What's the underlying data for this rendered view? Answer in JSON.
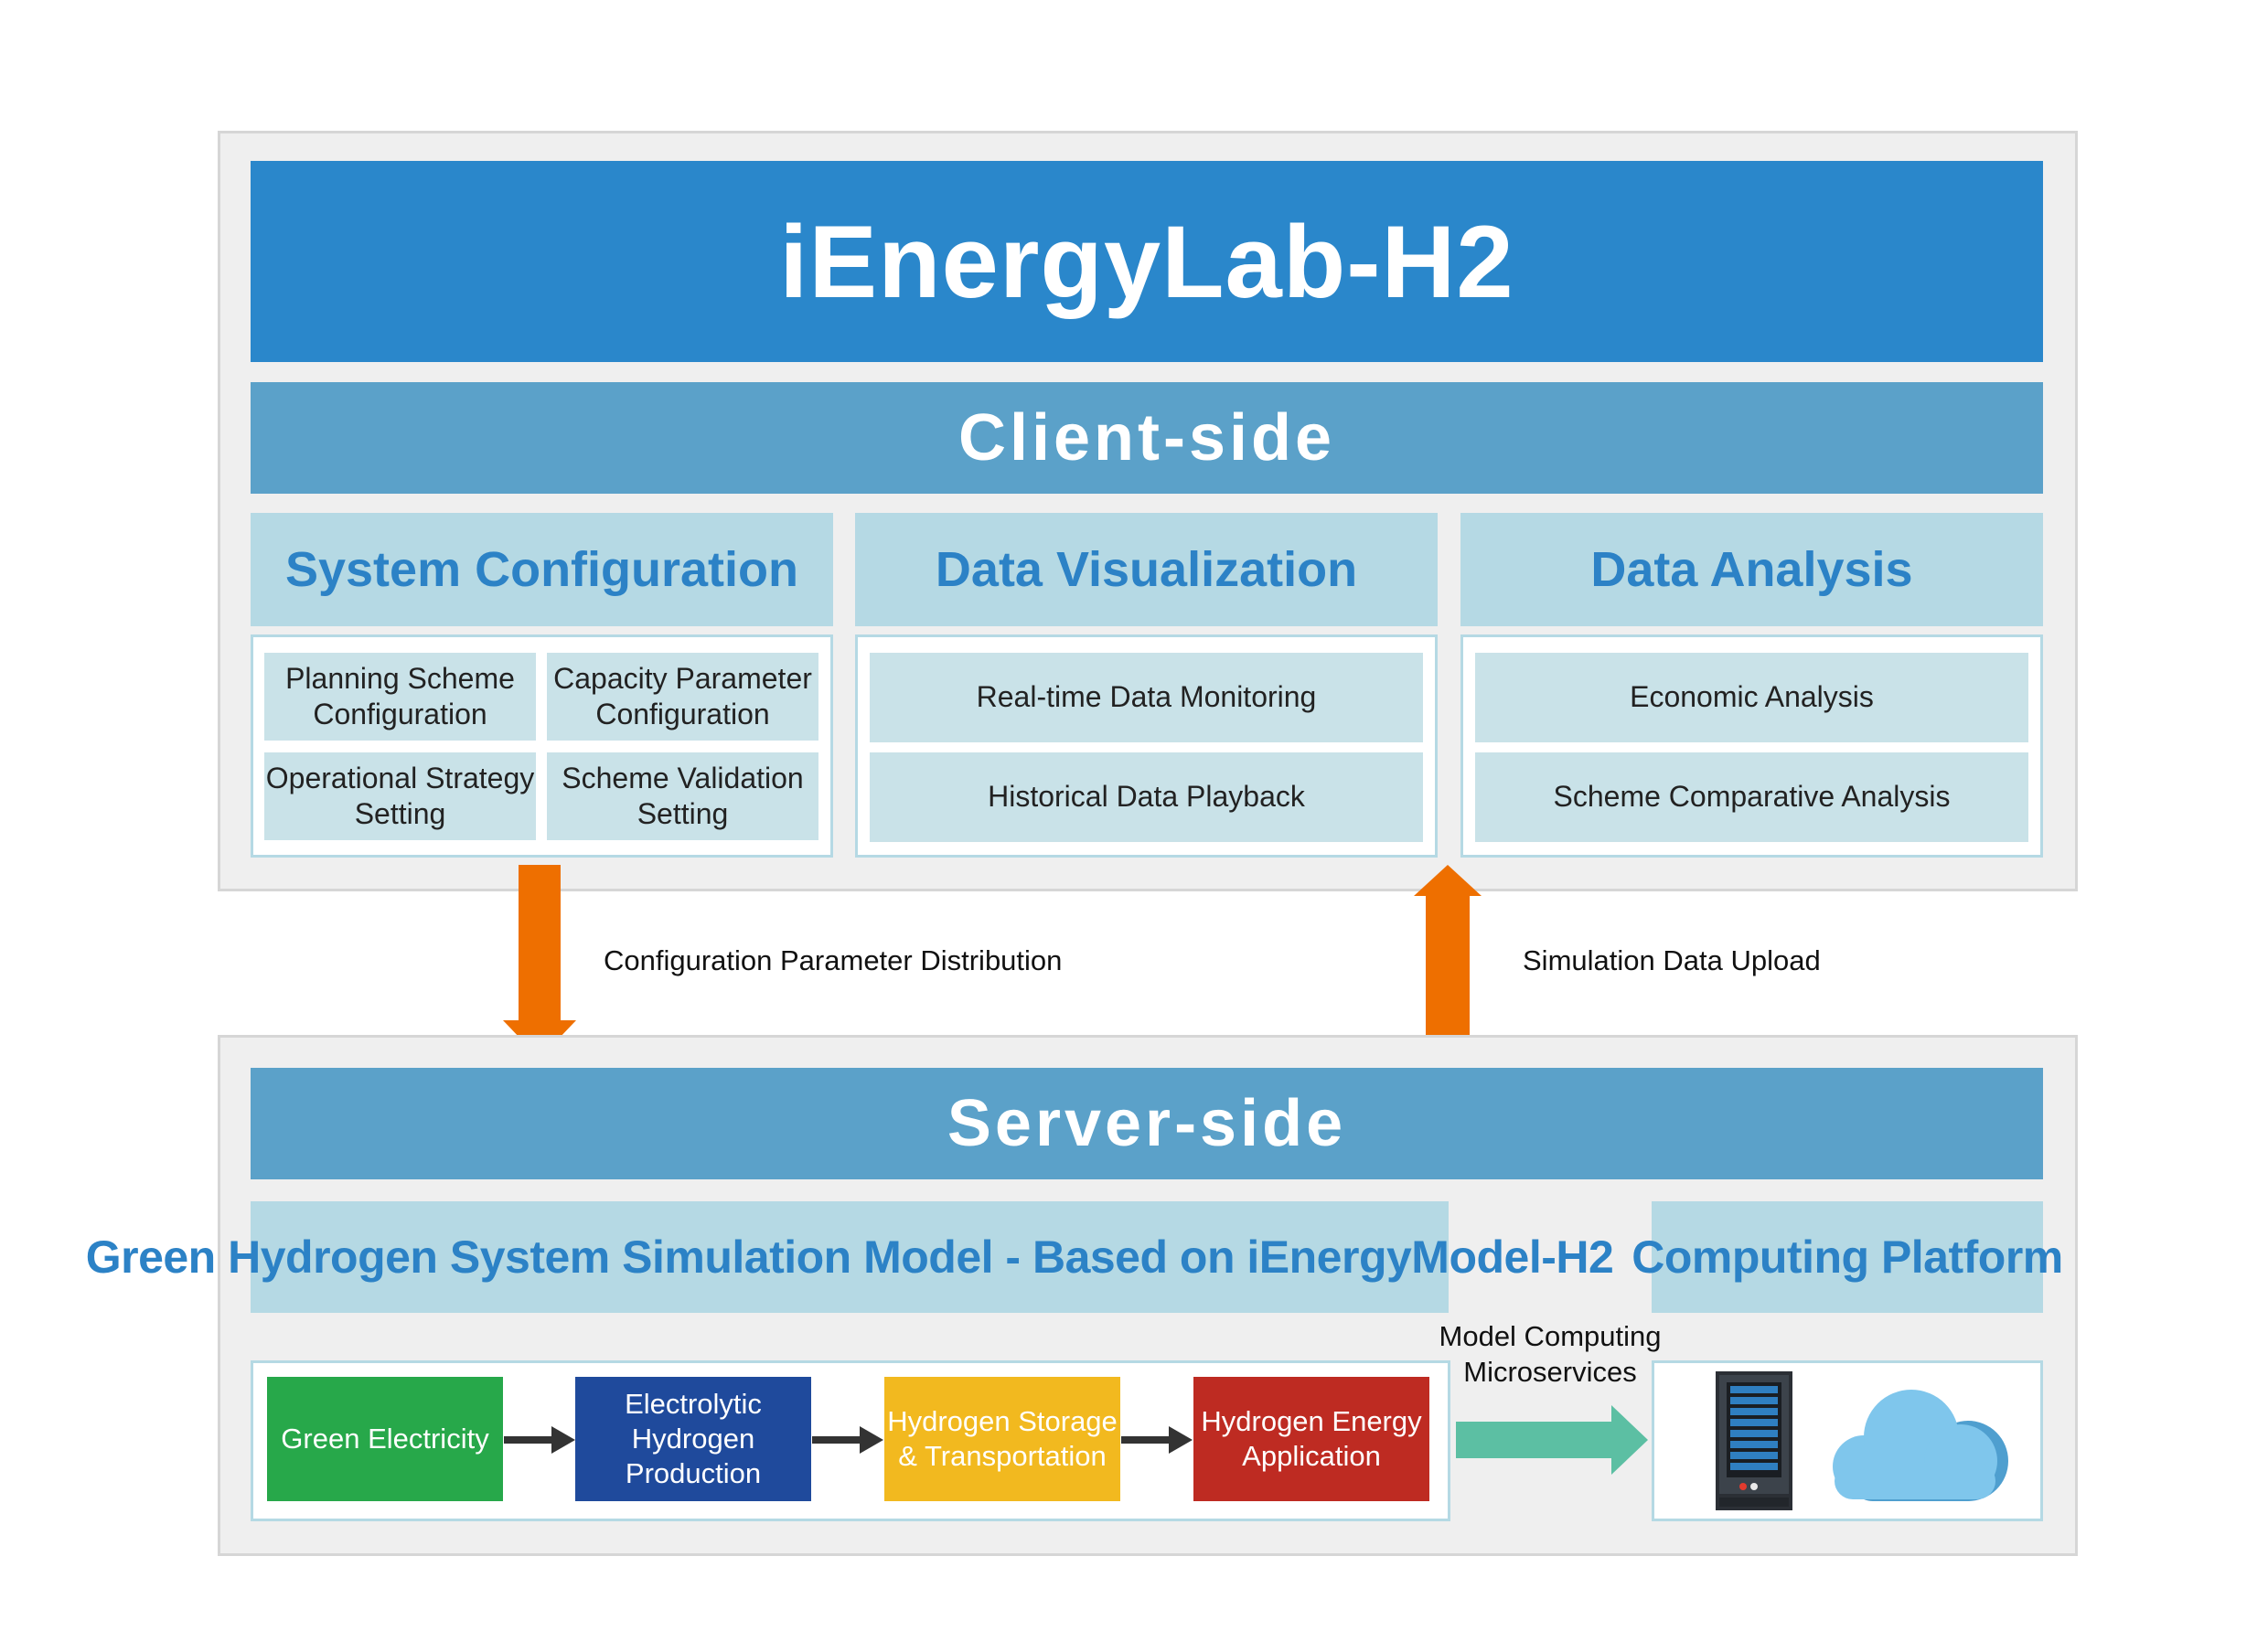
{
  "title": "iEnergyLab-H2",
  "client": {
    "label": "Client-side",
    "modules": [
      {
        "header": "System Configuration",
        "items": [
          "Planning Scheme Configuration",
          "Capacity Parameter Configuration",
          "Operational Strategy Setting",
          "Scheme Validation Setting"
        ]
      },
      {
        "header": "Data Visualization",
        "items": [
          "Real-time Data Monitoring",
          "Historical Data Playback"
        ]
      },
      {
        "header": "Data Analysis",
        "items": [
          "Economic Analysis",
          "Scheme Comparative Analysis"
        ]
      }
    ]
  },
  "flows": {
    "down_label": "Configuration Parameter Distribution",
    "up_label": "Simulation Data Upload",
    "microservice_label": "Model Computing Microservices"
  },
  "server": {
    "label": "Server-side",
    "simulation_header": "Green Hydrogen System Simulation Model - Based on iEnergyModel-H2",
    "computing_header": "Computing Platform",
    "processes": [
      {
        "label": "Green Electricity",
        "color": "#27a84a"
      },
      {
        "label": "Electrolytic Hydrogen Production",
        "color": "#1f4a9c"
      },
      {
        "label": "Hydrogen Storage & Transportation",
        "color": "#f2b91f"
      },
      {
        "label": "Hydrogen Energy Application",
        "color": "#be2b22"
      }
    ]
  },
  "colors": {
    "title_blue": "#2a87cb",
    "section_blue": "#5ba1c9",
    "header_light": "#b5d9e4",
    "cell": "#c9e2e8",
    "arrow_orange": "#ee6f00",
    "arrow_teal": "#5cbfa3",
    "cloud": "#7fc6ec"
  },
  "icons": [
    "server-rack-icon",
    "cloud-icon"
  ]
}
